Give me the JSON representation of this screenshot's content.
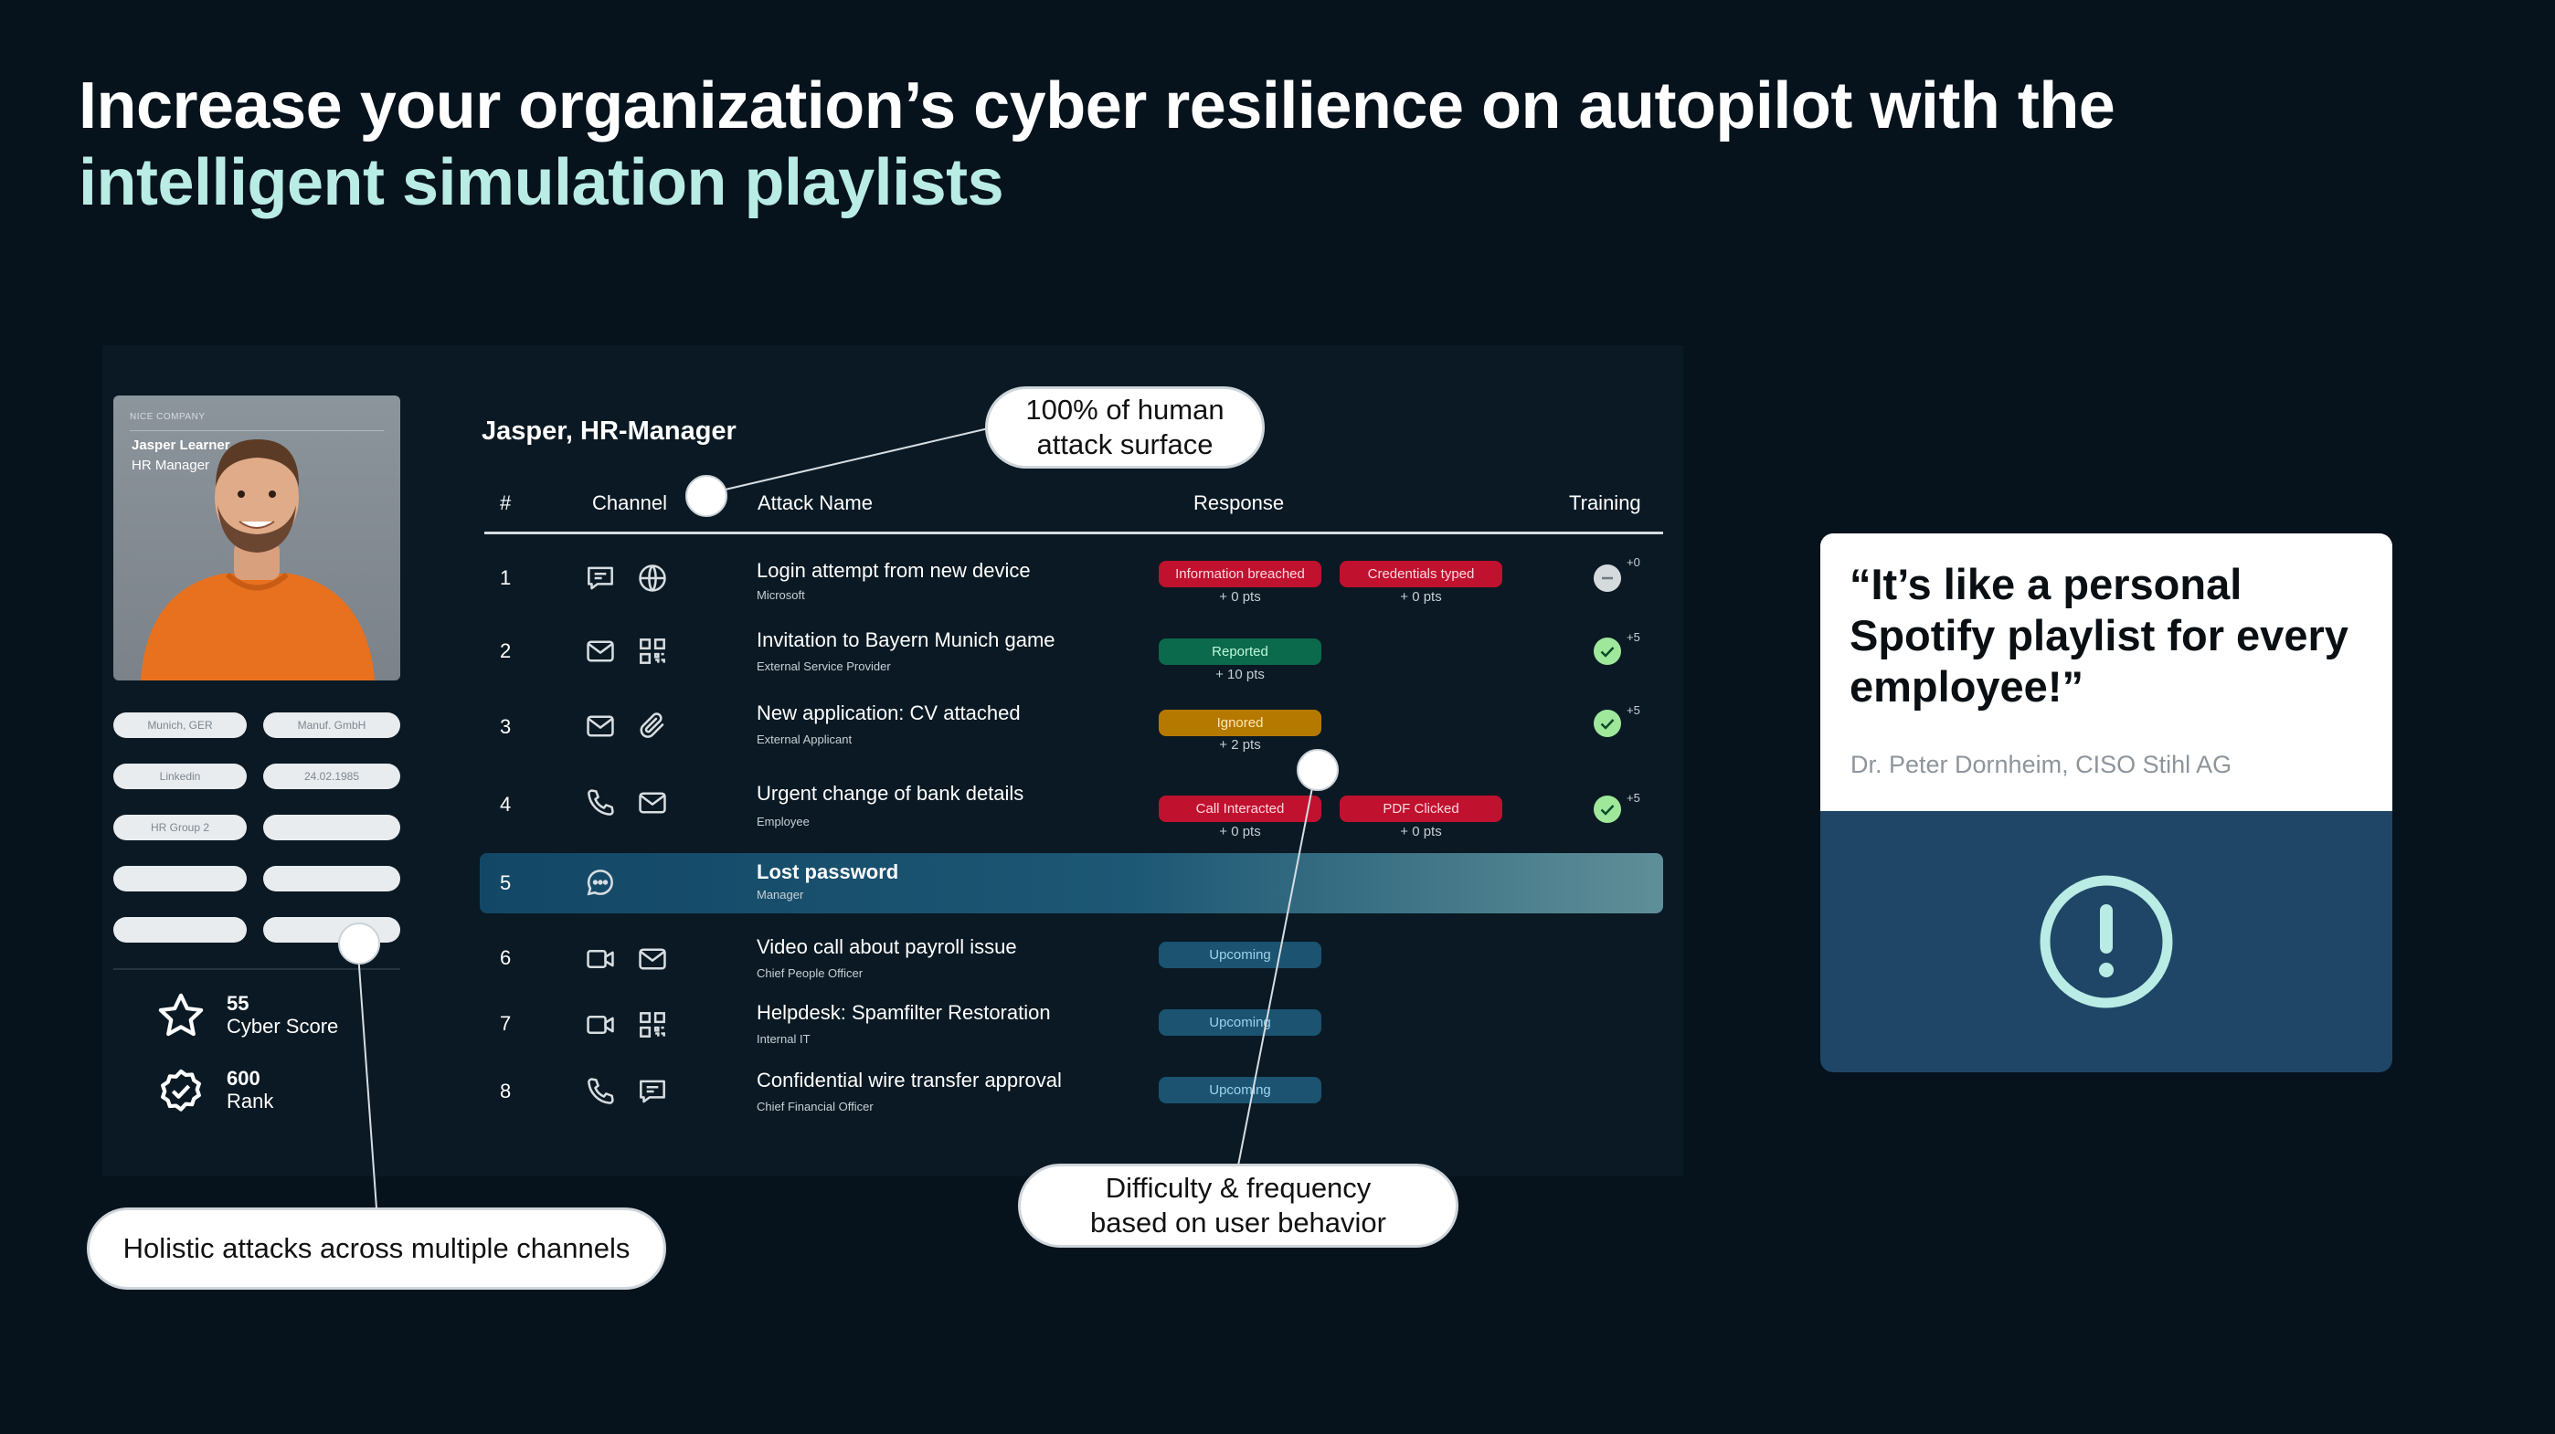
{
  "headline": {
    "line1": "Increase your organization’s cyber resilience on autopilot with the",
    "line2": "intelligent simulation playlists"
  },
  "colors": {
    "background": "#06121c",
    "accent": "#b9ece4",
    "highlight_row": "#1c5774",
    "quote_bottom": "#1f4666"
  },
  "profile": {
    "company": "NICE COMPANY",
    "name": "Jasper Learner",
    "role": "HR Manager",
    "tags": [
      {
        "left": "Munich, GER",
        "right": "Manuf. GmbH"
      },
      {
        "left": "Linkedin",
        "right": "24.02.1985"
      },
      {
        "left": "HR Group 2",
        "right": ""
      },
      {
        "left": "",
        "right": ""
      },
      {
        "left": "",
        "right": ""
      }
    ],
    "stats": [
      {
        "value": "55",
        "label": "Cyber Score",
        "icon": "star-icon"
      },
      {
        "value": "600",
        "label": "Rank",
        "icon": "badge-check-icon"
      }
    ]
  },
  "table": {
    "title": "Jasper, HR-Manager",
    "headers": {
      "num": "#",
      "channel": "Channel",
      "attack": "Attack Name",
      "response": "Response",
      "training": "Training"
    },
    "rows": [
      {
        "num": "1",
        "channels": [
          "chat-icon",
          "globe-icon"
        ],
        "name": "Login attempt from new device",
        "sub": "Microsoft",
        "responses": [
          {
            "label": "Information breached",
            "pts": "+ 0 pts",
            "color": "red"
          },
          {
            "label": "Credentials typed",
            "pts": "+ 0 pts",
            "color": "red"
          }
        ],
        "training": {
          "status": "neutral",
          "pts": "+0"
        }
      },
      {
        "num": "2",
        "channels": [
          "mail-icon",
          "qr-code-icon"
        ],
        "name": "Invitation to Bayern Munich game",
        "sub": "External Service Provider",
        "responses": [
          {
            "label": "Reported",
            "pts": "+ 10 pts",
            "color": "green"
          }
        ],
        "training": {
          "status": "done",
          "pts": "+5"
        }
      },
      {
        "num": "3",
        "channels": [
          "mail-icon",
          "attachment-icon"
        ],
        "name": "New application: CV attached",
        "sub": "External Applicant",
        "responses": [
          {
            "label": "Ignored",
            "pts": "+ 2 pts",
            "color": "orange"
          }
        ],
        "training": {
          "status": "done",
          "pts": "+5"
        }
      },
      {
        "num": "4",
        "channels": [
          "phone-icon",
          "mail-icon"
        ],
        "name": "Urgent change of bank details",
        "sub": "Employee",
        "responses": [
          {
            "label": "Call Interacted",
            "pts": "+ 0 pts",
            "color": "red"
          },
          {
            "label": "PDF Clicked",
            "pts": "+ 0 pts",
            "color": "red"
          }
        ],
        "training": {
          "status": "done",
          "pts": "+5"
        }
      },
      {
        "num": "5",
        "channels": [
          "chat-bubble-icon"
        ],
        "name": "Lost password",
        "sub": "Manager",
        "responses": [],
        "training": null
      },
      {
        "num": "6",
        "channels": [
          "video-icon",
          "mail-icon"
        ],
        "name": "Video call about payroll issue",
        "sub": "Chief People Officer",
        "responses": [
          {
            "label": "Upcoming",
            "pts": "",
            "color": "blue"
          }
        ],
        "training": null
      },
      {
        "num": "7",
        "channels": [
          "video-icon",
          "qr-code-icon"
        ],
        "name": "Helpdesk: Spamfilter Restoration",
        "sub": "Internal IT",
        "responses": [
          {
            "label": "Upcoming",
            "pts": "",
            "color": "blue"
          }
        ],
        "training": null
      },
      {
        "num": "8",
        "channels": [
          "phone-icon",
          "chat-icon"
        ],
        "name": "Confidential wire transfer approval",
        "sub": "Chief Financial Officer",
        "responses": [
          {
            "label": "Upcoming",
            "pts": "",
            "color": "blue"
          }
        ],
        "training": null
      }
    ]
  },
  "callouts": {
    "surface": "100% of human attack surface",
    "surface_l1": "100% of human",
    "surface_l2": "attack surface",
    "channels": "Holistic attacks across multiple channels",
    "difficulty_l1": "Difficulty & frequency",
    "difficulty_l2": "based on user behavior"
  },
  "quote": {
    "text": "“It’s like a personal Spotify playlist for every employee!”",
    "author": "Dr. Peter Dornheim, CISO Stihl AG",
    "icon": "alert-circle-icon"
  }
}
